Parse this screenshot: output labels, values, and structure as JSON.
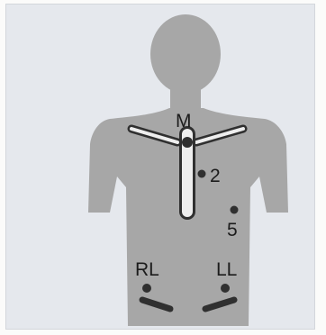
{
  "diagram": {
    "colors": {
      "background": "#e5e8ed",
      "body": "#a7a7a7",
      "marks": "#303030",
      "strip": "#eeeeee"
    },
    "labels": {
      "m": "M",
      "v2": "2",
      "v5": "5",
      "rl": "RL",
      "ll": "LL"
    }
  }
}
